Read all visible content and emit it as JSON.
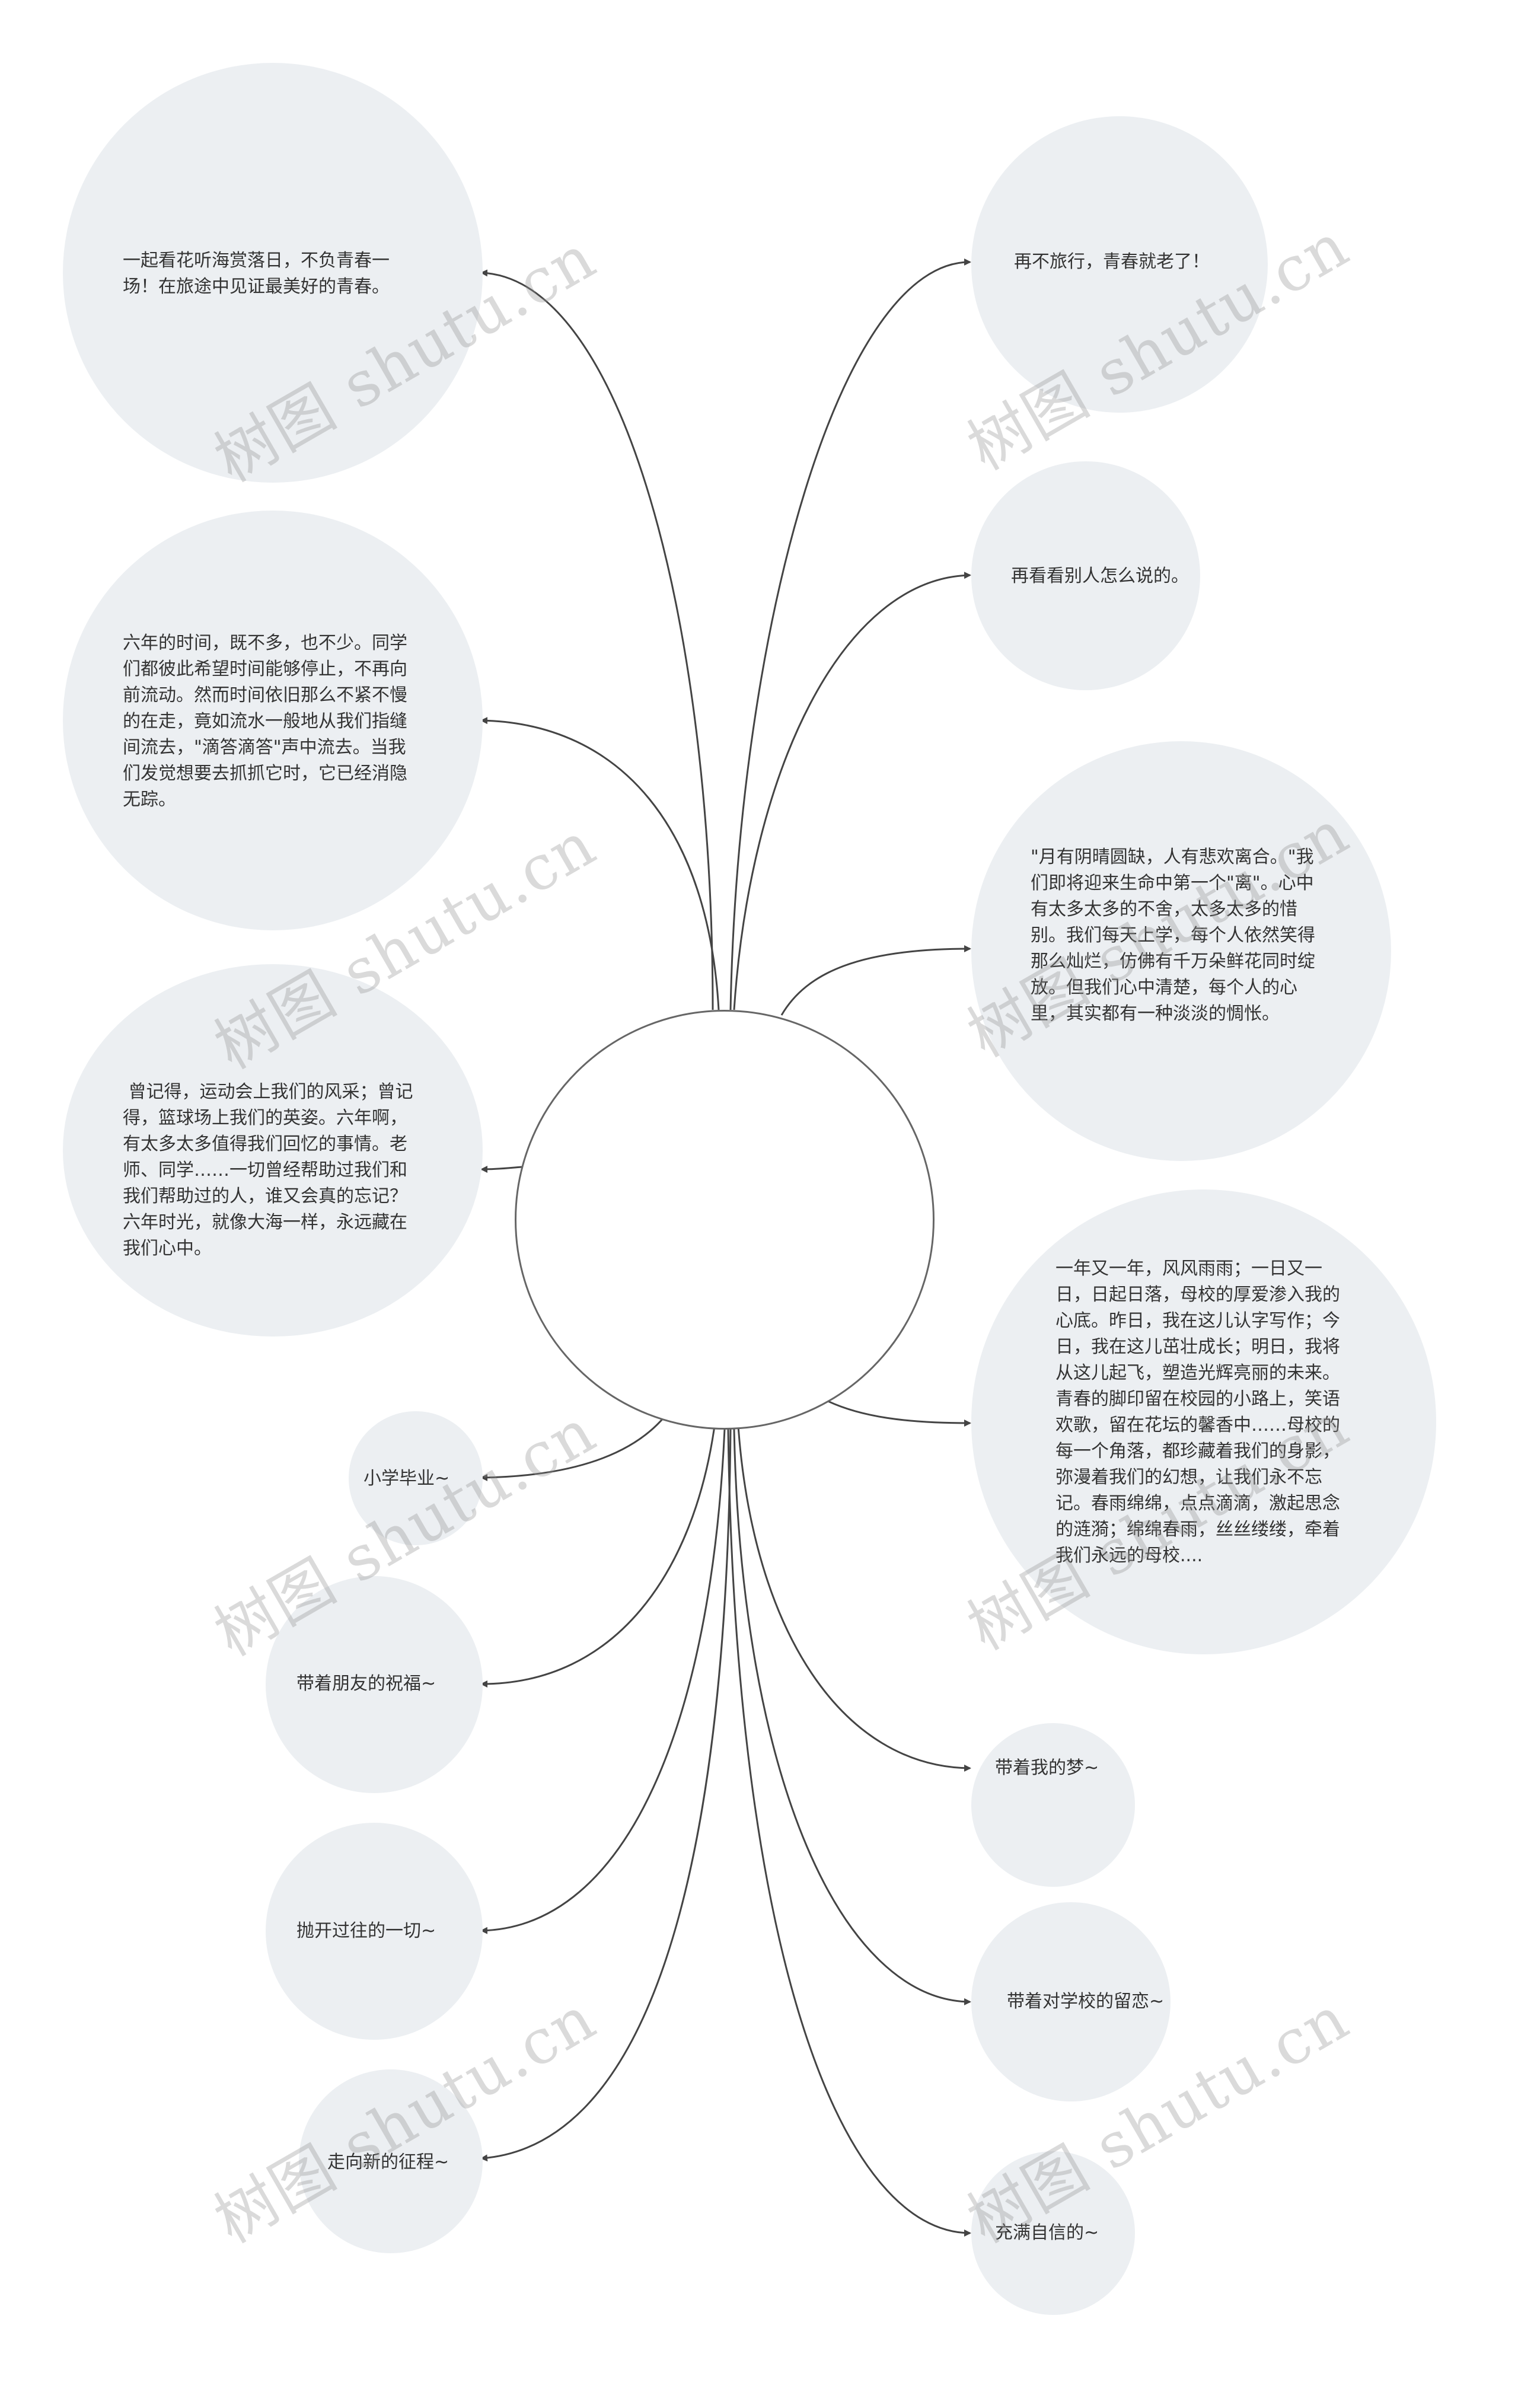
{
  "watermark": "树图 shutu.cn",
  "colors": {
    "bubble": "#eceff2",
    "line": "#444444",
    "text": "#333333"
  },
  "nodes": {
    "left_1": "一起看花听海赏落日，不负青春一场！在旅途中见证最美好的青春。",
    "left_2": "六年的时间，既不多，也不少。同学们都彼此希望时间能够停止，不再向前流动。然而时间依旧那么不紧不慢的在走，竟如流水一般地从我们指缝间流去，\"滴答滴答\"声中流去。当我们发觉想要去抓抓它时，它已经消隐无踪。",
    "left_3": " 曾记得，运动会上我们的风采；曾记得，篮球场上我们的英姿。六年啊，有太多太多值得我们回忆的事情。老师、同学……一切曾经帮助过我们和我们帮助过的人，谁又会真的忘记？六年时光，就像大海一样，永远藏在我们心中。",
    "left_4": "小学毕业~",
    "left_5": "带着朋友的祝福~",
    "left_6": "抛开过往的一切~",
    "left_7": "走向新的征程~",
    "right_1": "再不旅行，青春就老了！",
    "right_2": "再看看别人怎么说的。",
    "right_3": "\"月有阴晴圆缺，人有悲欢离合。\"我们即将迎来生命中第一个\"离\"。心中有太多太多的不舍，太多太多的惜别。我们每天上学，每个人依然笑得那么灿烂，仿佛有千万朵鲜花同时绽放。但我们心中清楚，每个人的心里，其实都有一种淡淡的惆怅。",
    "right_4": "一年又一年，风风雨雨；一日又一日，日起日落，母校的厚爱渗入我的心底。昨日，我在这儿认字写作；今日，我在这儿茁壮成长；明日，我将从这儿起飞，塑造光辉亮丽的未来。青春的脚印留在校园的小路上，笑语欢歌，留在花坛的馨香中……母校的每一个角落，都珍藏着我们的身影，弥漫着我们的幻想，让我们永不忘记。春雨绵绵，点点滴滴，激起思念的涟漪；绵绵春雨，丝丝缕缕，牵着我们永远的母校....",
    "right_5": "带着我的梦~",
    "right_6": "带着对学校的留恋~",
    "right_7": "充满自信的~"
  }
}
